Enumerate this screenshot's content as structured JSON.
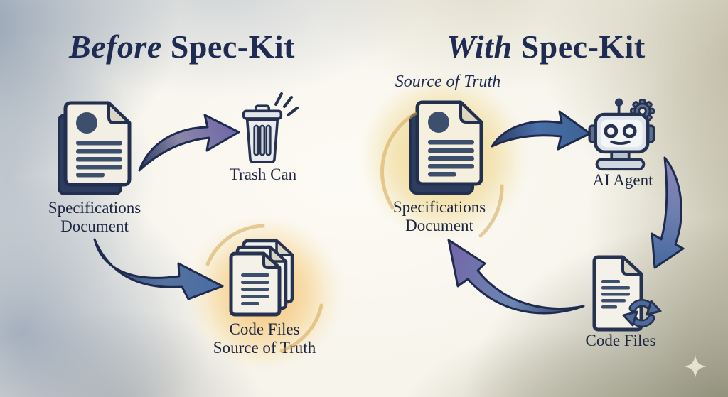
{
  "colors": {
    "ink_navy": "#1f2b52",
    "arrow_blue": "#4a6ca6",
    "arrow_purple": "#7a70ae",
    "glow_gold": "#eccf85",
    "glow_orange": "#f2bb66"
  },
  "left_panel": {
    "title_italic": "Before",
    "title_rest": " Spec-Kit",
    "spec_doc": {
      "label_line1": "Specifications",
      "label_line2": "Document"
    },
    "trash": {
      "label": "Trash Can"
    },
    "code_files": {
      "label_line1": "Code Files",
      "label_line2": "Source of Truth"
    }
  },
  "right_panel": {
    "title_italic": "With",
    "title_rest": " Spec-Kit",
    "spec_doc": {
      "caption": "Source of Truth",
      "label_line1": "Specifications",
      "label_line2": "Document"
    },
    "ai_agent": {
      "label": "AI Agent"
    },
    "code_files": {
      "label": "Code Files"
    }
  },
  "icons": {
    "left": [
      "document-icon",
      "trash-can-icon",
      "documents-stack-icon"
    ],
    "right": [
      "document-icon",
      "robot-icon",
      "gear-icon",
      "document-sync-icon"
    ],
    "decoration": [
      "sparkle-icon"
    ]
  }
}
